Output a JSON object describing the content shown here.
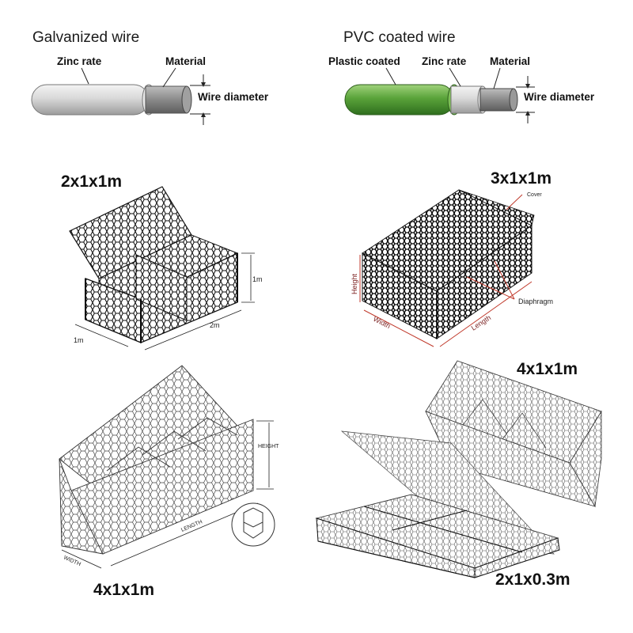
{
  "wires": {
    "galvanized": {
      "title": "Galvanized wire",
      "zinc_rate": "Zinc rate",
      "material": "Material",
      "wire_diameter": "Wire diameter"
    },
    "pvc": {
      "title": "PVC coated wire",
      "plastic_coated": "Plastic coated",
      "zinc_rate": "Zinc rate",
      "material": "Material",
      "wire_diameter": "Wire diameter",
      "coat_color": "#5aa33a"
    }
  },
  "gabions": {
    "box_a": {
      "size": "2x1x1m",
      "height_label": "1m",
      "length_label": "2m",
      "width_label": "1m"
    },
    "box_b": {
      "size": "3x1x1m",
      "cover_label": "Cover",
      "diaphragm_label": "Diaphragm",
      "height_label": "Height",
      "width_label": "Width",
      "length_label": "Length",
      "accent": "#c0392b"
    },
    "box_c": {
      "size": "4x1x1m",
      "height_label": "HEIGHT",
      "length_label": "LENGTH",
      "width_label": "WIDTH"
    },
    "box_d": {
      "size_top": "4x1x1m",
      "size_bottom": "2x1x0.3m"
    }
  }
}
